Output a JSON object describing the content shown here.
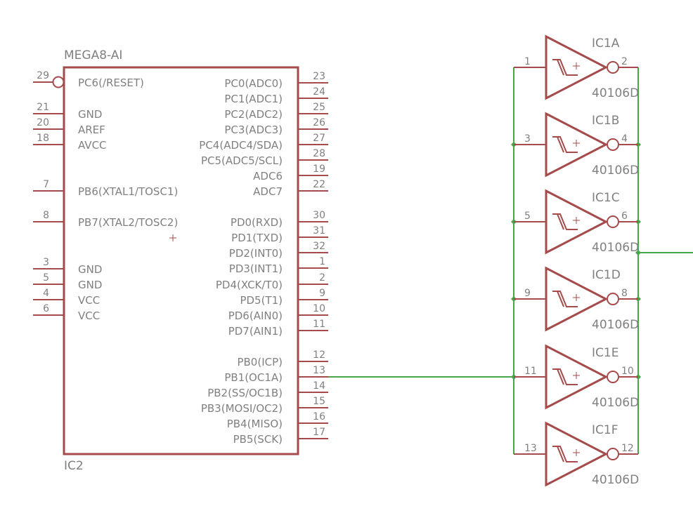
{
  "colors": {
    "symbol": "#a54b4b",
    "wire": "#4aa54a",
    "text": "#808080"
  },
  "mcu": {
    "name": "IC2",
    "value": "MEGA8-AI",
    "left_pins": [
      {
        "num": "29",
        "label": "PC6(/RESET)",
        "inverted": true
      },
      {
        "num": "21",
        "label": "GND"
      },
      {
        "num": "20",
        "label": "AREF"
      },
      {
        "num": "18",
        "label": "AVCC"
      },
      {
        "num": "7",
        "label": "PB6(XTAL1/TOSC1)"
      },
      {
        "num": "8",
        "label": "PB7(XTAL2/TOSC2)"
      },
      {
        "num": "3",
        "label": "GND"
      },
      {
        "num": "5",
        "label": "GND"
      },
      {
        "num": "4",
        "label": "VCC"
      },
      {
        "num": "6",
        "label": "VCC"
      }
    ],
    "right_pins": [
      {
        "num": "23",
        "label": "PC0(ADC0)"
      },
      {
        "num": "24",
        "label": "PC1(ADC1)"
      },
      {
        "num": "25",
        "label": "PC2(ADC2)"
      },
      {
        "num": "26",
        "label": "PC3(ADC3)"
      },
      {
        "num": "27",
        "label": "PC4(ADC4/SDA)"
      },
      {
        "num": "28",
        "label": "PC5(ADC5/SCL)"
      },
      {
        "num": "19",
        "label": "ADC6"
      },
      {
        "num": "22",
        "label": "ADC7"
      },
      {
        "num": "30",
        "label": "PD0(RXD)"
      },
      {
        "num": "31",
        "label": "PD1(TXD)"
      },
      {
        "num": "32",
        "label": "PD2(INT0)"
      },
      {
        "num": "1",
        "label": "PD3(INT1)"
      },
      {
        "num": "2",
        "label": "PD4(XCK/T0)"
      },
      {
        "num": "9",
        "label": "PD5(T1)"
      },
      {
        "num": "10",
        "label": "PD6(AIN0)"
      },
      {
        "num": "11",
        "label": "PD7(AIN1)"
      },
      {
        "num": "12",
        "label": "PB0(ICP)"
      },
      {
        "num": "13",
        "label": "PB1(OC1A)"
      },
      {
        "num": "14",
        "label": "PB2(SS/OC1B)"
      },
      {
        "num": "15",
        "label": "PB3(MOSI/OC2)"
      },
      {
        "num": "16",
        "label": "PB4(MISO)"
      },
      {
        "num": "17",
        "label": "PB5(SCK)"
      }
    ]
  },
  "gates": [
    {
      "name": "IC1A",
      "value": "40106D",
      "in": "1",
      "out": "2"
    },
    {
      "name": "IC1B",
      "value": "40106D",
      "in": "3",
      "out": "4"
    },
    {
      "name": "IC1C",
      "value": "40106D",
      "in": "5",
      "out": "6"
    },
    {
      "name": "IC1D",
      "value": "40106D",
      "in": "9",
      "out": "8"
    },
    {
      "name": "IC1E",
      "value": "40106D",
      "in": "11",
      "out": "10"
    },
    {
      "name": "IC1F",
      "value": "40106D",
      "in": "13",
      "out": "12"
    }
  ]
}
